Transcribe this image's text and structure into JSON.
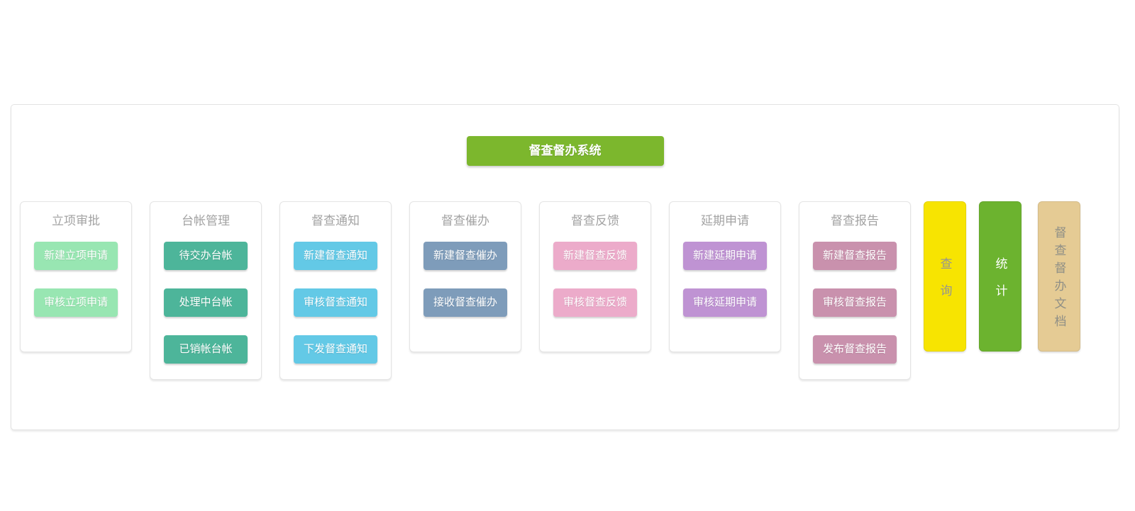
{
  "header": {
    "title": "督查督办系统",
    "bg": "#7cb72d"
  },
  "columns": [
    {
      "title": "立项审批",
      "color": "#98e6b2",
      "buttons": [
        "新建立项申请",
        "审核立项申请"
      ]
    },
    {
      "title": "台帐管理",
      "color": "#4db59a",
      "buttons": [
        "待交办台帐",
        "处理中台帐",
        "已销帐台帐"
      ]
    },
    {
      "title": "督查通知",
      "color": "#63c9e6",
      "buttons": [
        "新建督查通知",
        "审核督查通知",
        "下发督查通知"
      ]
    },
    {
      "title": "督查催办",
      "color": "#7e9cba",
      "buttons": [
        "新建督查催办",
        "接收督查催办"
      ]
    },
    {
      "title": "督查反馈",
      "color": "#ecabca",
      "buttons": [
        "新建督查反馈",
        "审核督查反馈"
      ]
    },
    {
      "title": "延期申请",
      "color": "#bf93d3",
      "buttons": [
        "新建延期申请",
        "审核延期申请"
      ]
    },
    {
      "title": "督查报告",
      "color": "#c991ad",
      "buttons": [
        "新建督查报告",
        "审核督查报告",
        "发布督查报告"
      ]
    }
  ],
  "side_buttons": [
    {
      "label": "查询",
      "bg": "#f7e401",
      "text": "#949494"
    },
    {
      "label": "统计",
      "bg": "#6cb32f",
      "text": "#ffffff"
    },
    {
      "label": "督查督办文档",
      "bg": "#e5cb94",
      "text": "#8f8f86"
    }
  ],
  "styles": {
    "panel_border": "#e4e4e4",
    "panel_title_color": "#a3a3a3",
    "board_border": "#e3e3e3",
    "page_bg": "#ffffff"
  }
}
